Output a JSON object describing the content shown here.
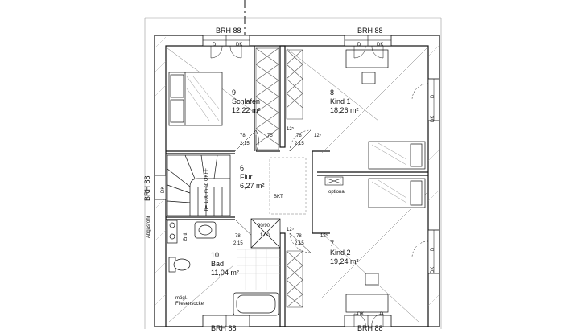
{
  "rooms": [
    {
      "id": "schlafen",
      "number": "9",
      "name": "Schlafen",
      "area": "12,22 m²"
    },
    {
      "id": "kind1",
      "number": "8",
      "name": "Kind 1",
      "area": "18,26 m²"
    },
    {
      "id": "flur",
      "number": "6",
      "name": "Flur",
      "area": "6,27 m²"
    },
    {
      "id": "bad",
      "number": "10",
      "name": "Bad",
      "area": "11,04 m²"
    },
    {
      "id": "kind2",
      "number": "7",
      "name": "Kind 2",
      "area": "19,24 m²"
    }
  ],
  "labels": {
    "brh_top_left": "BRH 88",
    "brh_top_right": "BRH 88",
    "brh_left": "BRH 88",
    "brh_bottom_left": "BRH 88",
    "brh_bottom_right": "BRH 88",
    "dk": "DK",
    "d": "D",
    "door_w_78": "78",
    "door_h_215": "2,15",
    "dim_75": "75",
    "dim_125": "12⁵",
    "bkt": "BKT",
    "optional": "optional",
    "shower_size": "90/90",
    "shower_h": "1,00",
    "stair_note": "h= 1,00 m ab OKFF",
    "abgasrohr": "Abgasrohr",
    "entl": "Entl.",
    "fliesensockel": "mögl. Fliesensockel"
  },
  "colors": {
    "line": "#111111",
    "thin": "#555555",
    "dash": "#777777"
  }
}
